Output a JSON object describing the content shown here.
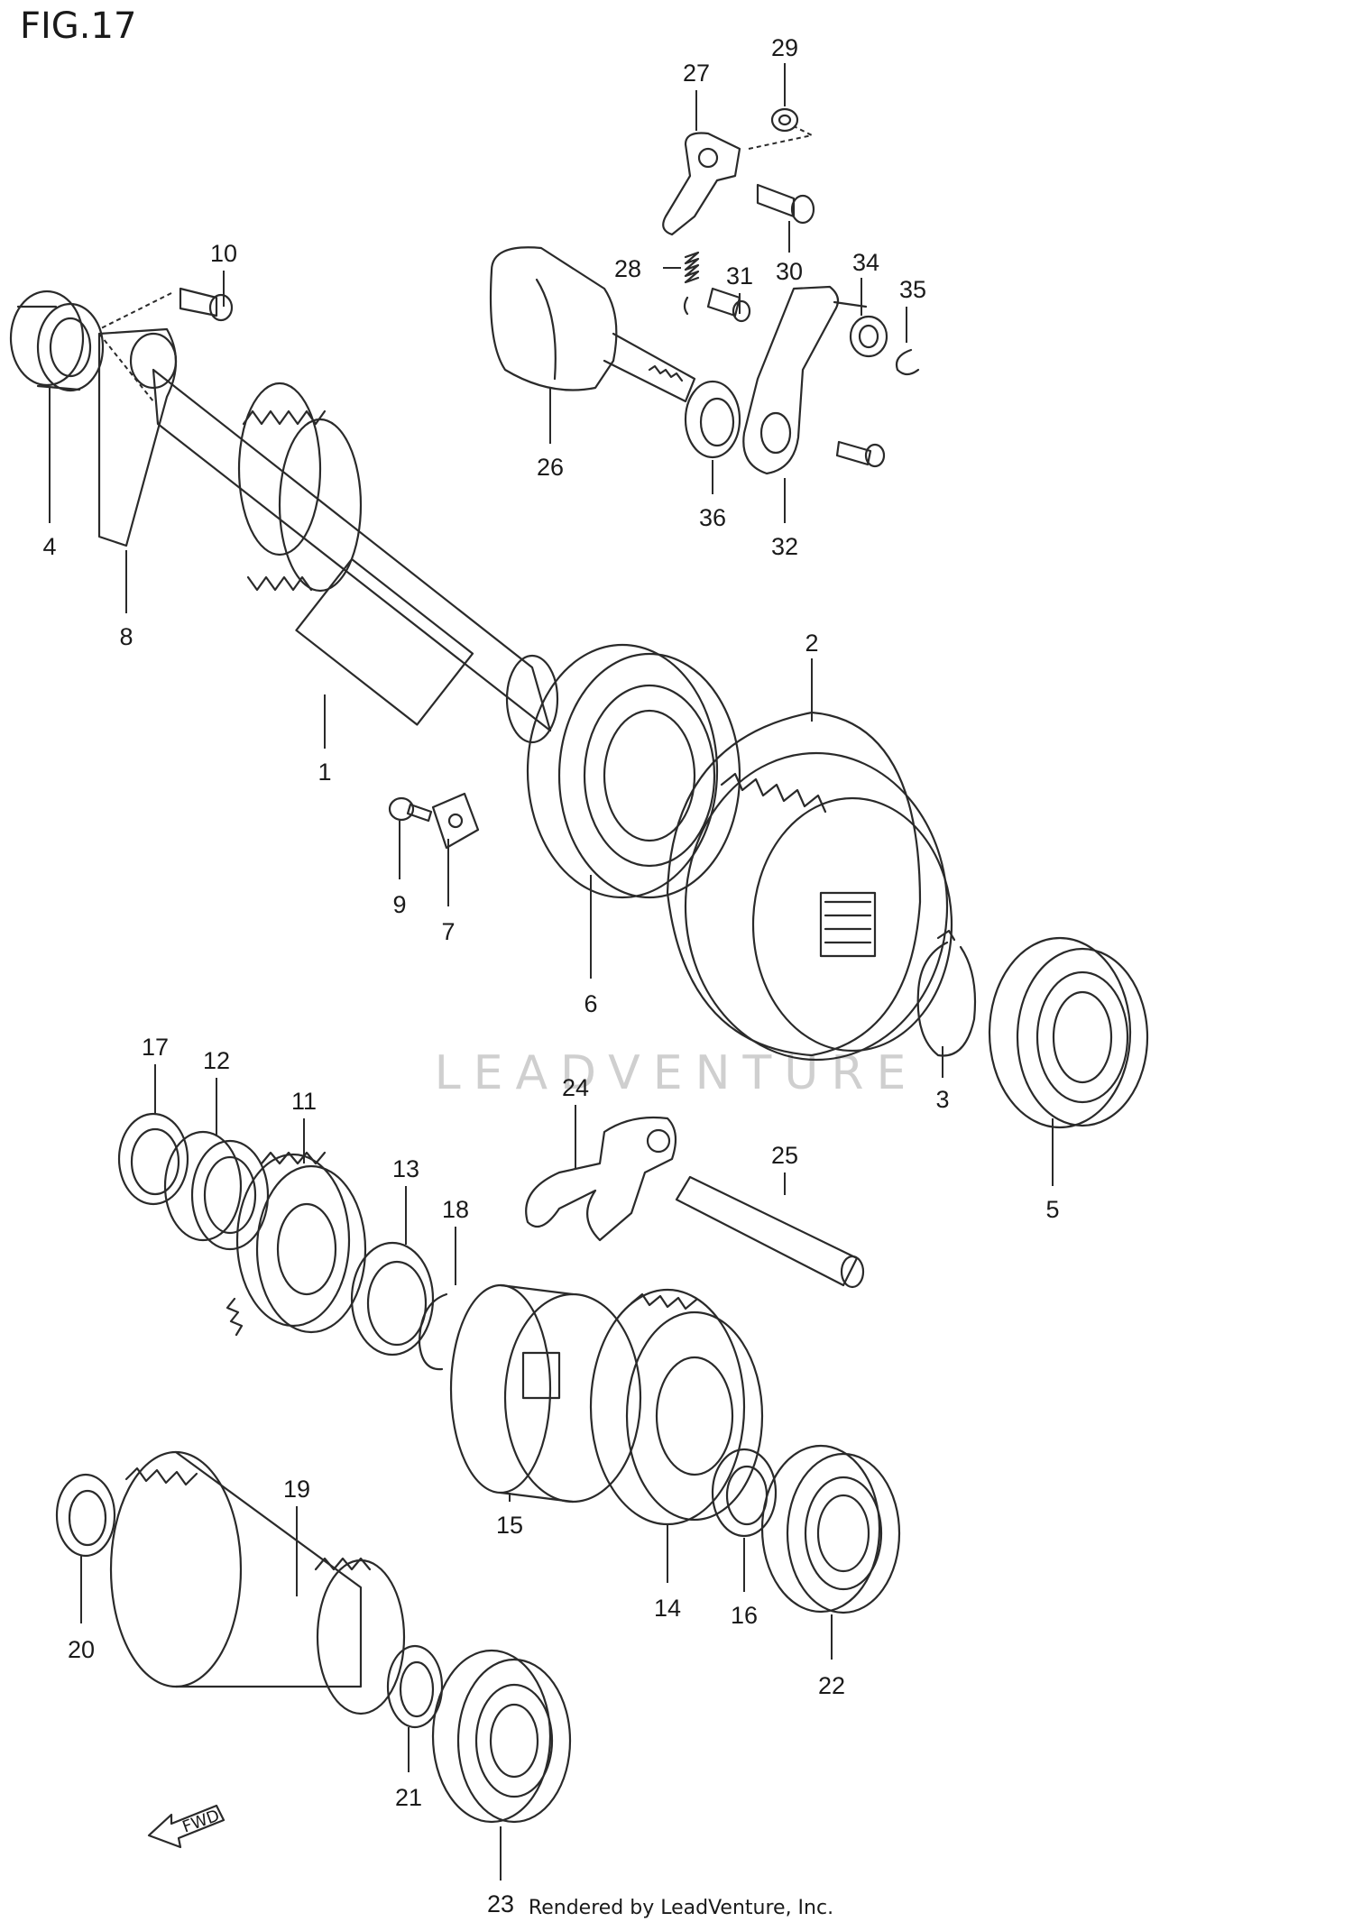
{
  "figure_title": "FIG.17",
  "footer_text": "Rendered by LeadVenture, Inc.",
  "watermark_text": "LEADVENTURE",
  "forward_arrow_label": "FWD",
  "callouts": [
    {
      "label": "1"
    },
    {
      "label": "2"
    },
    {
      "label": "3"
    },
    {
      "label": "4"
    },
    {
      "label": "5"
    },
    {
      "label": "6"
    },
    {
      "label": "7"
    },
    {
      "label": "8"
    },
    {
      "label": "9"
    },
    {
      "label": "10"
    },
    {
      "label": "11"
    },
    {
      "label": "12"
    },
    {
      "label": "13"
    },
    {
      "label": "14"
    },
    {
      "label": "15"
    },
    {
      "label": "16"
    },
    {
      "label": "17"
    },
    {
      "label": "18"
    },
    {
      "label": "19"
    },
    {
      "label": "20"
    },
    {
      "label": "21"
    },
    {
      "label": "22"
    },
    {
      "label": "23"
    },
    {
      "label": "24"
    },
    {
      "label": "25"
    },
    {
      "label": "26"
    },
    {
      "label": "27"
    },
    {
      "label": "28"
    },
    {
      "label": "29"
    },
    {
      "label": "30"
    },
    {
      "label": "31"
    },
    {
      "label": "32"
    },
    {
      "label": "34"
    },
    {
      "label": "35"
    },
    {
      "label": "36"
    }
  ]
}
